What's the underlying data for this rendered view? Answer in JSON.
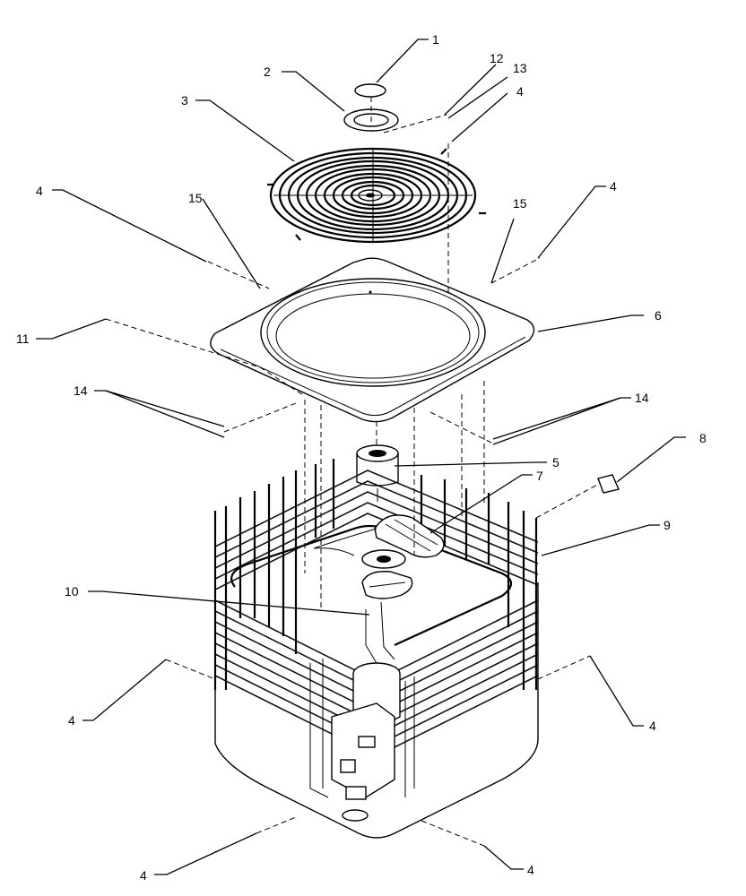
{
  "diagram": {
    "callouts": {
      "c1": "1",
      "c2": "2",
      "c3": "3",
      "c4a": "4",
      "c4b": "4",
      "c4c": "4",
      "c4d": "4",
      "c4e": "4",
      "c4f": "4",
      "c4g": "4",
      "c5": "5",
      "c6": "6",
      "c7": "7",
      "c8": "8",
      "c9": "9",
      "c10": "10",
      "c11": "11",
      "c12": "12",
      "c13": "13",
      "c14a": "14",
      "c14b": "14",
      "c15a": "15",
      "c15b": "15"
    }
  }
}
